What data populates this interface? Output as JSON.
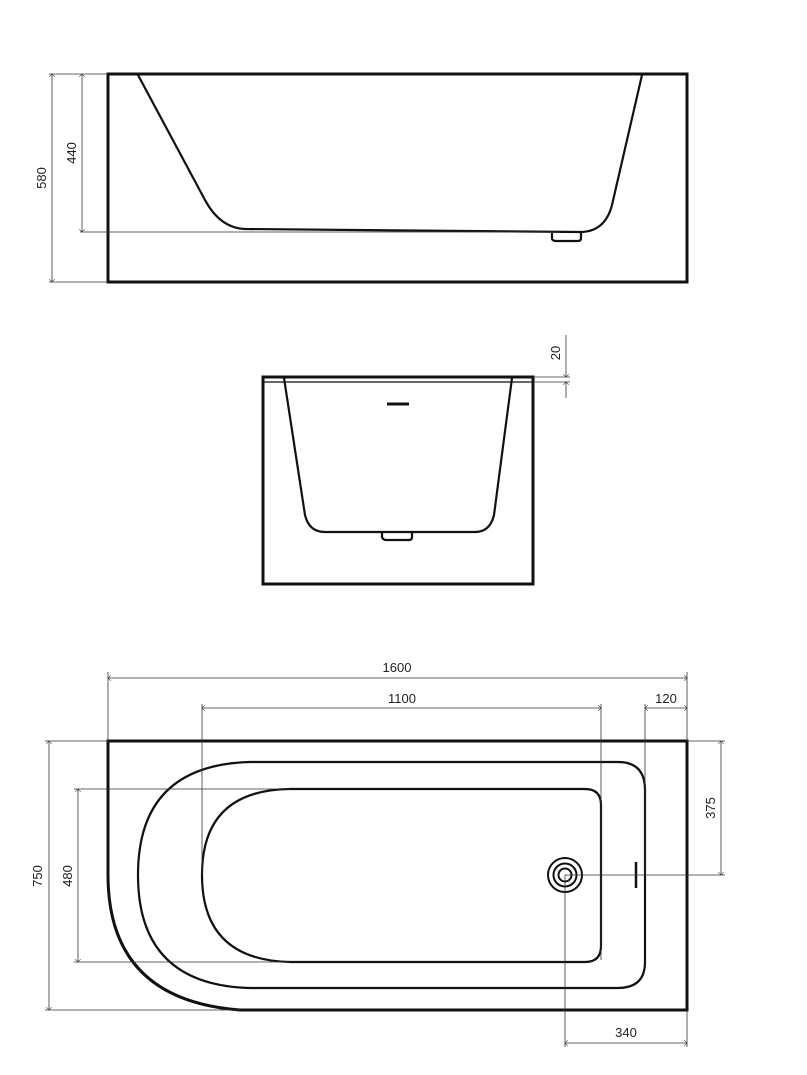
{
  "side_view": {
    "height_total": "580",
    "height_inner": "440"
  },
  "end_view": {
    "rim_thickness": "20"
  },
  "top_view": {
    "length_total": "1600",
    "length_inner": "1100",
    "offset_right": "120",
    "width_total": "750",
    "width_inner": "480",
    "drain_offset_y": "375",
    "drain_offset_x": "340"
  },
  "colors": {
    "line": "#111111",
    "dimension_line": "#333333",
    "background": "#ffffff"
  }
}
